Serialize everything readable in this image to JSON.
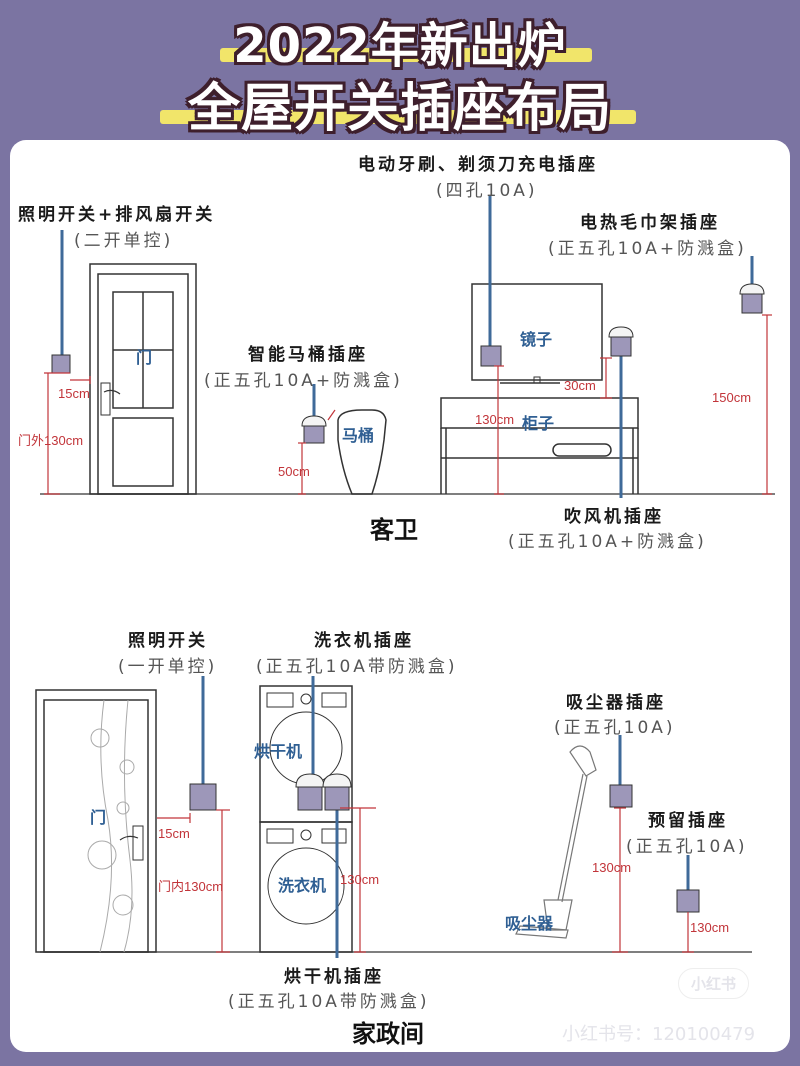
{
  "title": {
    "line1": "2022年新出炉",
    "line2": "全屋开关插座布局",
    "colors": {
      "background": "#7b74a2",
      "highlight": "#f1e56a",
      "outline": "#3e1f2c"
    }
  },
  "colors": {
    "wire": "#3f6a99",
    "dimension": "#c2353a",
    "socket": "#9d97b9",
    "object_label": "#2f5f93"
  },
  "guest_bathroom": {
    "room_label": "客卫",
    "items": [
      {
        "name": "照明开关+排风扇开关",
        "spec": "(二开单控)"
      },
      {
        "name": "智能马桶插座",
        "spec": "(正五孔10A+防溅盒)"
      },
      {
        "name": "电动牙刷、剃须刀充电插座",
        "spec": "(四孔10A)"
      },
      {
        "name": "电热毛巾架插座",
        "spec": "(正五孔10A+防溅盒)"
      },
      {
        "name": "吹风机插座",
        "spec": "(正五孔10A+防溅盒)"
      }
    ],
    "objects": {
      "door": "门",
      "toilet": "马桶",
      "mirror": "镜子",
      "cabinet": "柜子"
    },
    "dimensions": {
      "switch_offset": "15cm",
      "switch_height": "门外130cm",
      "toilet_socket_height": "50cm",
      "mirror_socket_height": "130cm",
      "dryer_socket_above_counter": "30cm",
      "towel_rack_height": "150cm"
    }
  },
  "laundry_room": {
    "room_label": "家政间",
    "items": [
      {
        "name": "照明开关",
        "spec": "(一开单控)"
      },
      {
        "name": "洗衣机插座",
        "spec": "(正五孔10A带防溅盒)"
      },
      {
        "name": "烘干机插座",
        "spec": "(正五孔10A带防溅盒)"
      },
      {
        "name": "吸尘器插座",
        "spec": "(正五孔10A)"
      },
      {
        "name": "预留插座",
        "spec": "(正五孔10A)"
      }
    ],
    "objects": {
      "door": "门",
      "dryer": "烘干机",
      "washer": "洗衣机",
      "vacuum": "吸尘器"
    },
    "dimensions": {
      "switch_offset": "15cm",
      "switch_height": "门内130cm",
      "washer_socket_height": "130cm",
      "vacuum_socket_height": "130cm",
      "reserved_socket_height": "130cm"
    }
  },
  "watermark": {
    "badge": "小红书",
    "id_text": "小红书号：120100479"
  }
}
